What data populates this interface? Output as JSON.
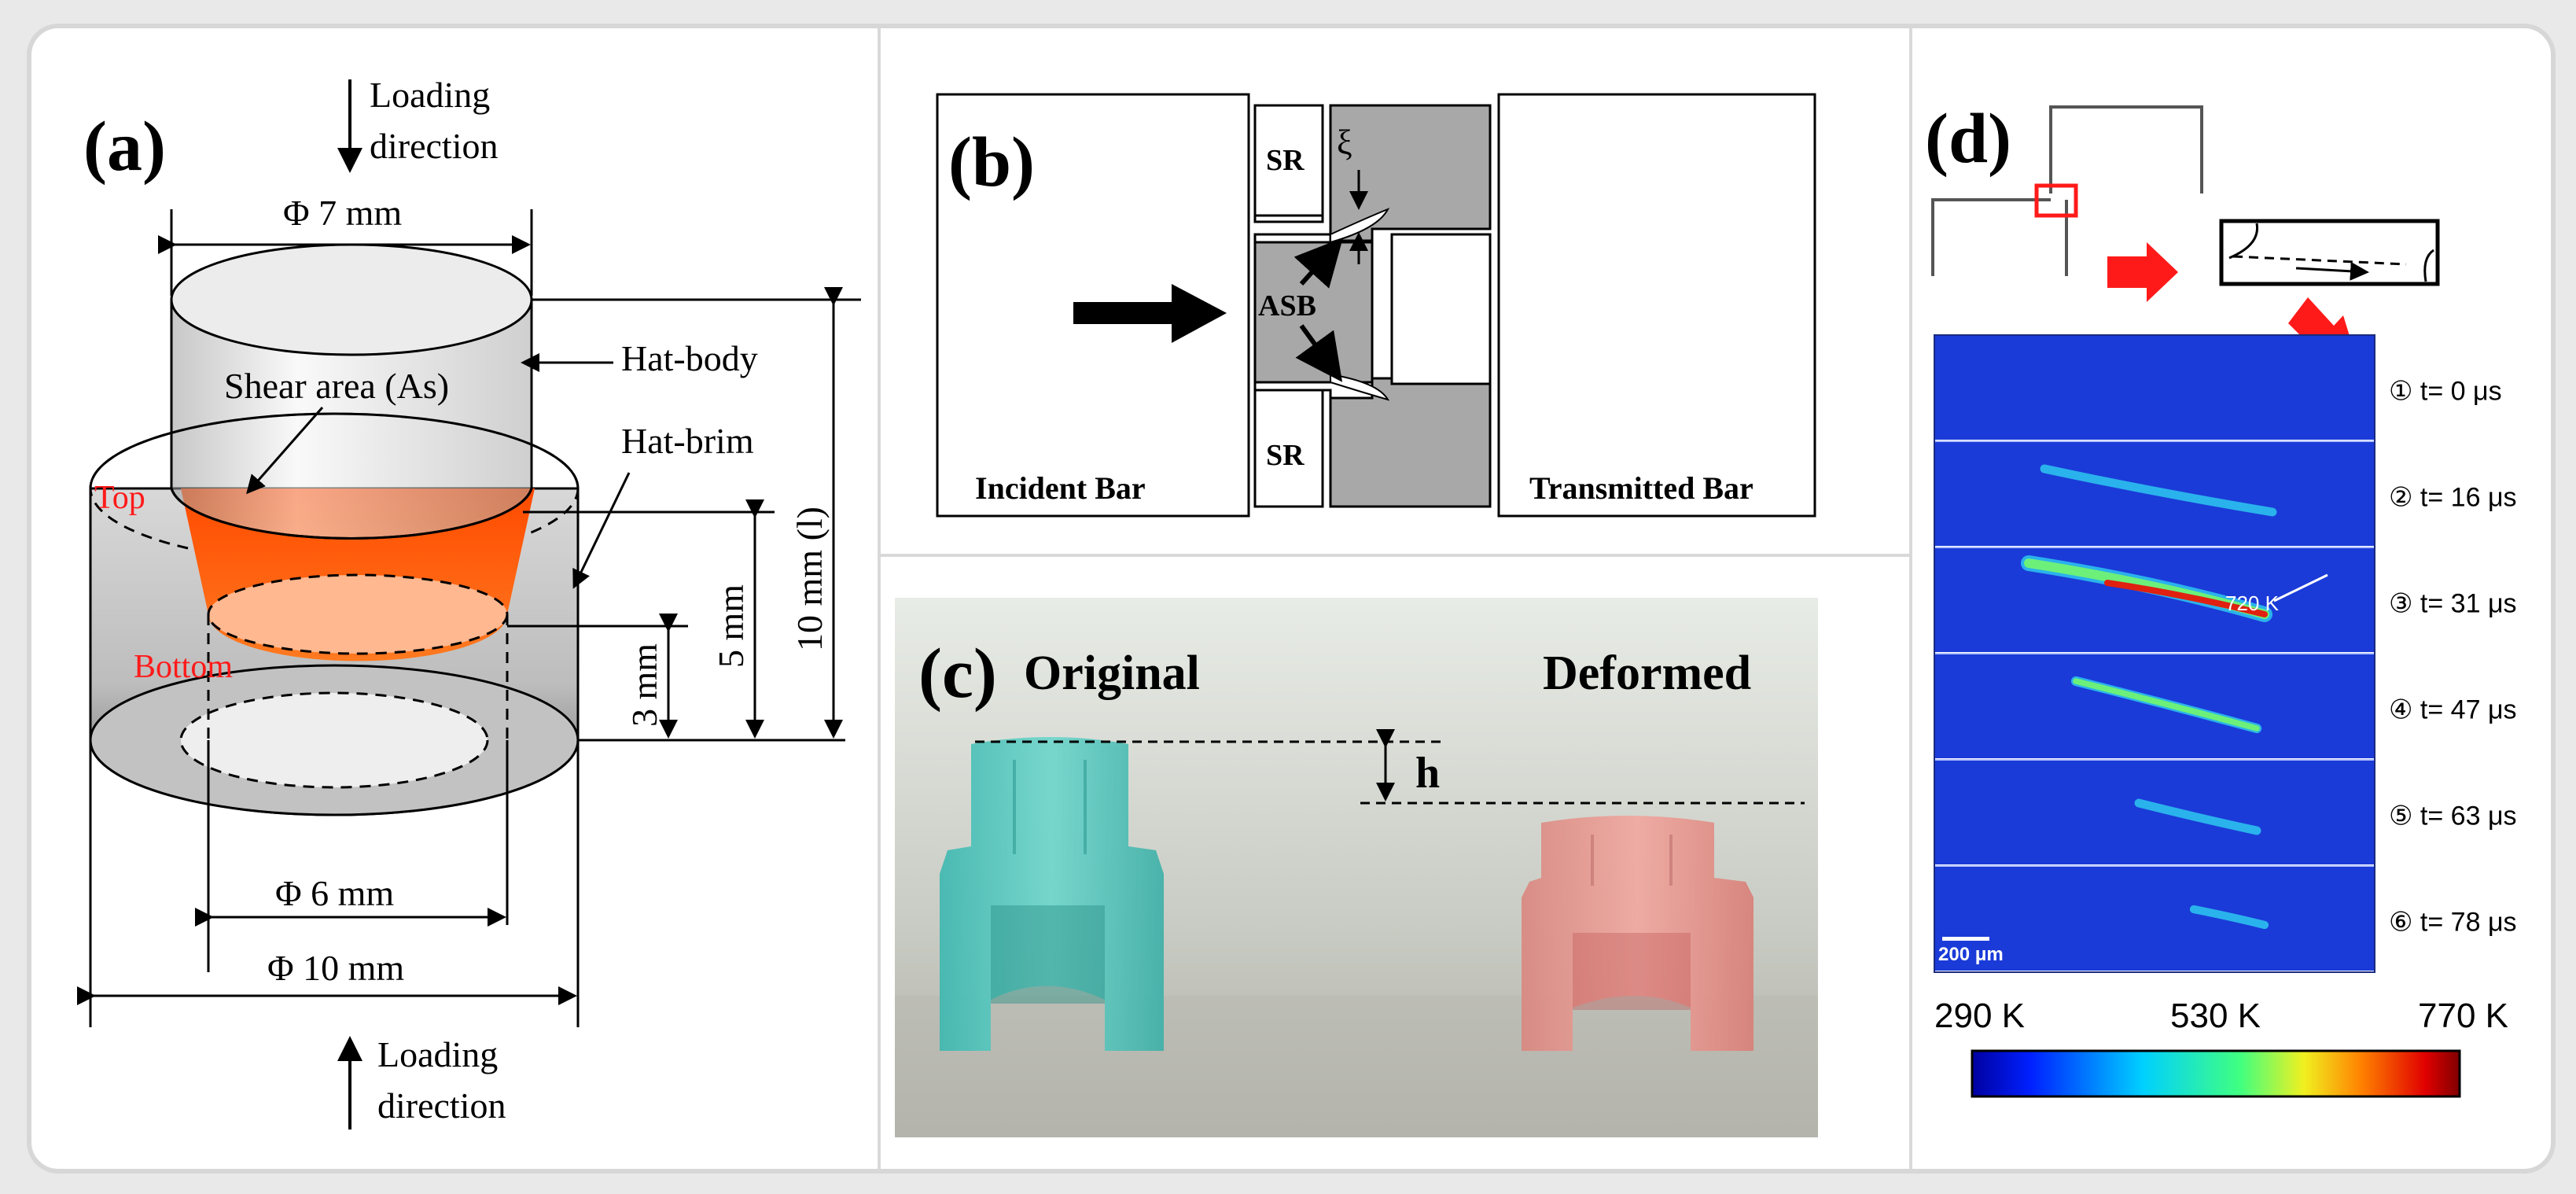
{
  "panels": {
    "a": {
      "label": "(a)",
      "loading_top_line1": "Loading",
      "loading_top_line2": "direction",
      "loading_bottom_line1": "Loading",
      "loading_bottom_line2": "direction",
      "dia_top": "Φ 7 mm",
      "dia_mid": "Φ 6 mm",
      "dia_bottom": "Φ 10 mm",
      "hat_body": "Hat-body",
      "hat_brim": "Hat-brim",
      "shear_area": "Shear area (As)",
      "top": "Top",
      "bottom": "Bottom",
      "dim_10": "10 mm (l)",
      "dim_5": "5 mm",
      "dim_3": "3 mm"
    },
    "b": {
      "label": "(b)",
      "incident": "Incident Bar",
      "transmitted": "Transmitted Bar",
      "sr_top": "SR",
      "sr_bottom": "SR",
      "asb": "ASB",
      "xi": "ξ"
    },
    "c": {
      "label": "(c)",
      "original": "Original",
      "deformed": "Deformed",
      "h": "h"
    },
    "d": {
      "label": "(d)",
      "frames": [
        {
          "label": "① t= 0 μs",
          "intensity": 0.0
        },
        {
          "label": "② t= 16 μs",
          "intensity": 0.35
        },
        {
          "label": "③ t= 31 μs",
          "intensity": 1.0
        },
        {
          "label": "④ t= 47 μs",
          "intensity": 0.45
        },
        {
          "label": "⑤ t= 63 μs",
          "intensity": 0.35
        },
        {
          "label": "⑥ t= 78 μs",
          "intensity": 0.3
        }
      ],
      "peak_label": "720 K",
      "scale_bar": "200 μm",
      "colorbar_min": "290 K",
      "colorbar_mid": "530 K",
      "colorbar_max": "770 K",
      "colors": {
        "background": "#1a3bd8",
        "band_low": "#2ec8f0",
        "band_mid": "#6cf07a",
        "band_high": "#e02010",
        "arrow": "#ff1a1a"
      }
    }
  }
}
